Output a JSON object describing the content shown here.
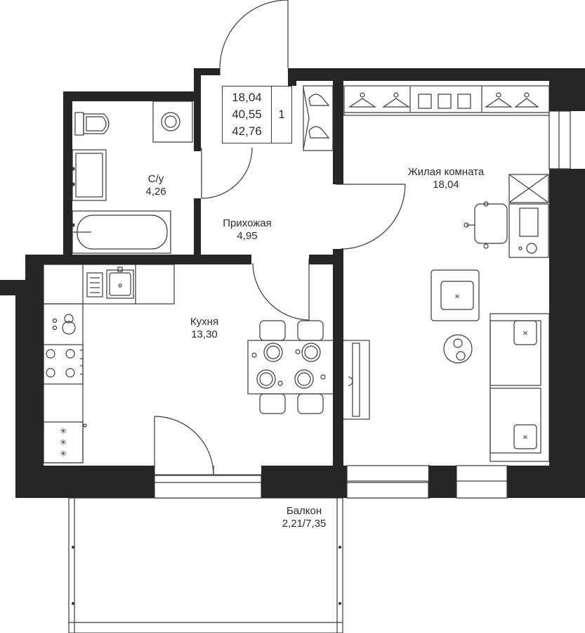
{
  "summary": {
    "living_area": "18,04",
    "total_area": "40,55",
    "total_area_with_balcony": "42,76",
    "rooms": "1"
  },
  "rooms": {
    "bathroom": {
      "name": "С/у",
      "area": "4,26"
    },
    "hallway": {
      "name": "Прихожая",
      "area": "4,95"
    },
    "living_room": {
      "name": "Жилая комната",
      "area": "18,04"
    },
    "kitchen": {
      "name": "Кухня",
      "area": "13,30"
    },
    "balcony": {
      "name": "Балкон",
      "area": "2,21/7,35"
    }
  },
  "colors": {
    "wall": "#262626",
    "line": "#3a3a3a",
    "background": "#ffffff"
  },
  "icons": [
    "washing-machine-icon",
    "toilet-icon",
    "sink-icon",
    "bathtub-icon",
    "hanger-icon",
    "stove-icon",
    "desk-chair-icon",
    "armchair-icon",
    "sofa-icon",
    "dining-table-icon",
    "door-swing-icon",
    "window-icon",
    "wardrobe-icon",
    "pillow-icon"
  ]
}
